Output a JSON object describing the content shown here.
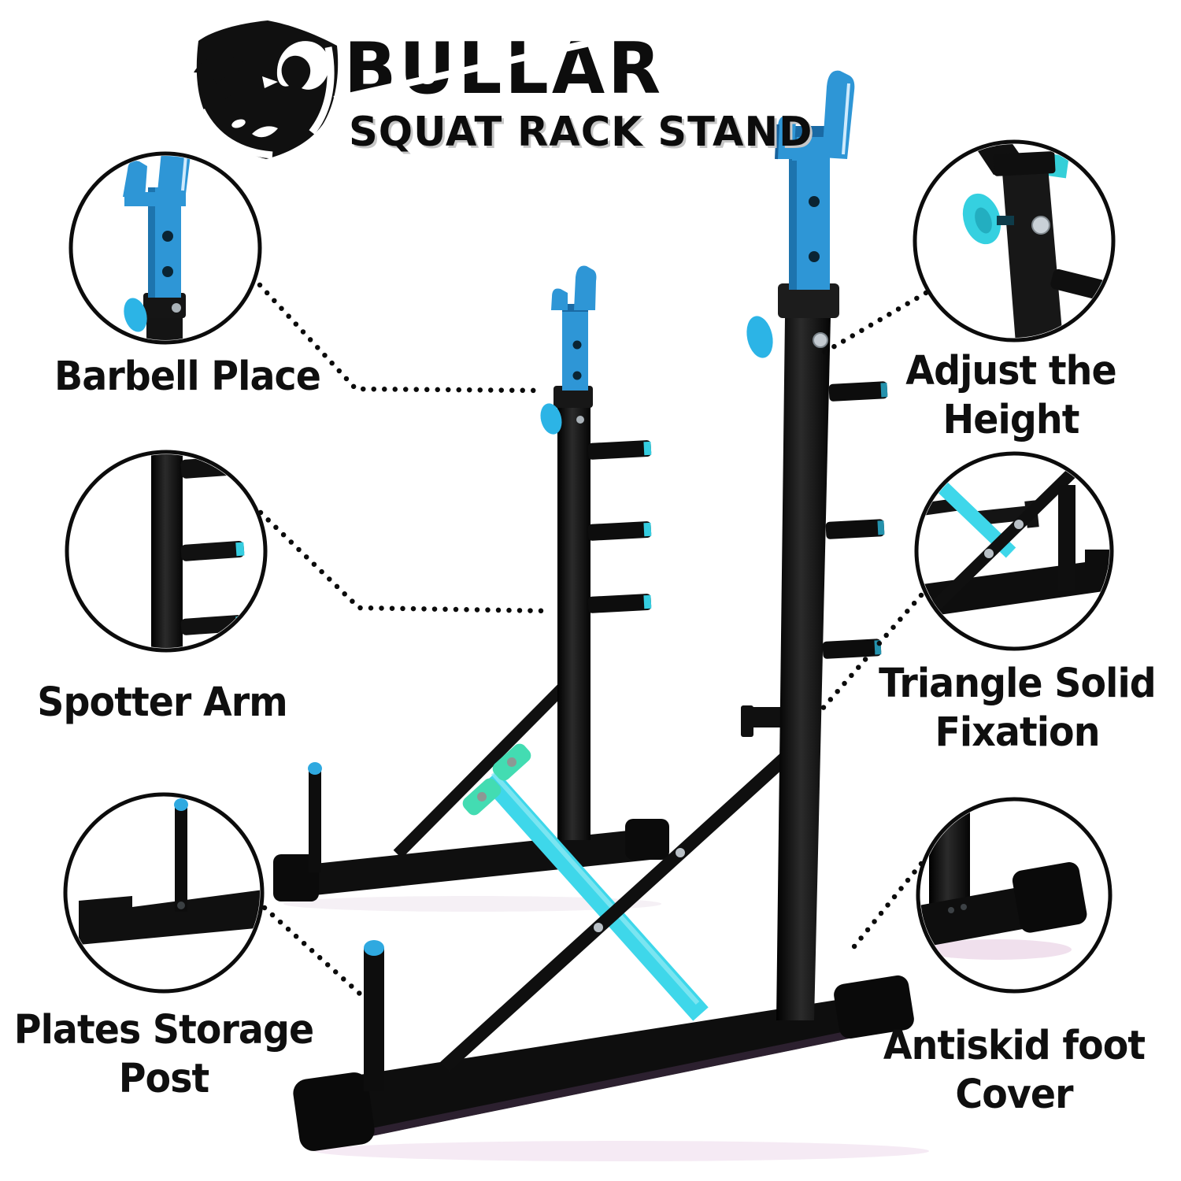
{
  "brand": {
    "name": "BULLAR",
    "tagline": "SQUAT RACK STAND",
    "logo_icon": "bull-head-shield-icon"
  },
  "colors": {
    "background": "#ffffff",
    "text": "#0f0f0f",
    "metal_black": "#141414",
    "accent_blue": "#2e96d6",
    "knob_blue": "#2cb4e6",
    "cyan_bar": "#3ed7ea",
    "teal_clamp": "#43dcb2",
    "peg_tip_cyan": "#35cde0",
    "cap_blue": "#2fa9e0"
  },
  "callouts": [
    {
      "id": "barbell-place",
      "icon": "barbell-hook-icon",
      "side": "left",
      "lines": [
        "Barbell Place"
      ]
    },
    {
      "id": "spotter-arm",
      "icon": "spotter-pegs-icon",
      "side": "left",
      "lines": [
        "Spotter Arm"
      ]
    },
    {
      "id": "plates-storage-post",
      "icon": "plate-post-icon",
      "side": "left",
      "lines": [
        "Plates Storage",
        "Post"
      ]
    },
    {
      "id": "adjust-the-height",
      "icon": "height-knob-icon",
      "side": "right",
      "lines": [
        "Adjust the",
        "Height"
      ]
    },
    {
      "id": "triangle-solid-fixation",
      "icon": "triangle-brace-icon",
      "side": "right",
      "lines": [
        "Triangle Solid",
        "Fixation"
      ]
    },
    {
      "id": "antiskid-foot-cover",
      "icon": "foot-cover-icon",
      "side": "right",
      "lines": [
        "Antiskid foot",
        "Cover"
      ]
    }
  ]
}
